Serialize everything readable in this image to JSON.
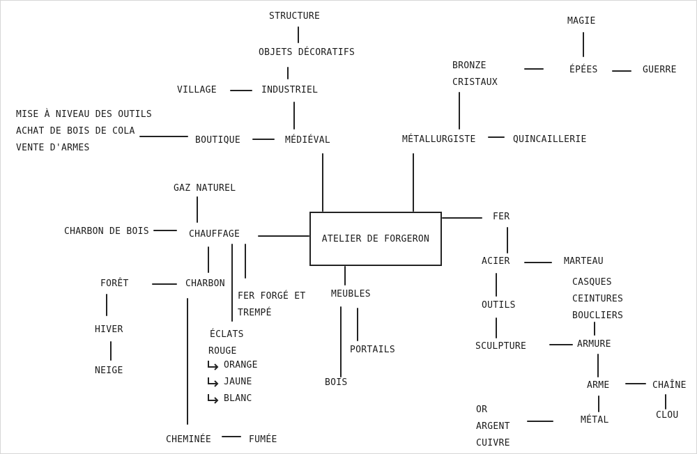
{
  "center": "ATELIER DE FORGERON",
  "nodes": {
    "structure": "STRUCTURE",
    "objets_decoratifs": "OBJETS DÉCORATIFS",
    "village": "VILLAGE",
    "industriel": "INDUSTRIEL",
    "boutique_items": [
      "MISE À NIVEAU DES OUTILS",
      "ACHAT DE BOIS DE COLA",
      "VENTE D'ARMES"
    ],
    "boutique": "BOUTIQUE",
    "medieval": "MÉDIÉVAL",
    "magie": "MAGIE",
    "bronze": "BRONZE",
    "cristaux": "CRISTAUX",
    "epees": "ÉPÉES",
    "guerre": "GUERRE",
    "metallurgiste": "MÉTALLURGISTE",
    "quincaillerie": "QUINCAILLERIE",
    "gaz_naturel": "GAZ NATUREL",
    "charbon_de_bois": "CHARBON DE BOIS",
    "chauffage": "CHAUFFAGE",
    "foret": "FORÊT",
    "charbon": "CHARBON",
    "fer_forge": [
      "FER FORGÉ ET",
      "TREMPÉ"
    ],
    "hiver": "HIVER",
    "neige": "NEIGE",
    "eclats": [
      "ÉCLATS",
      "ROUGE"
    ],
    "couleurs": [
      "ORANGE",
      "JAUNE",
      "BLANC"
    ],
    "cheminee": "CHEMINÉE",
    "fumee": "FUMÉE",
    "meubles": "MEUBLES",
    "portails": "PORTAILS",
    "bois": "BOIS",
    "fer": "FER",
    "acier": "ACIER",
    "marteau": "MARTEAU",
    "outils": "OUTILS",
    "armure_items": [
      "CASQUES",
      "CEINTURES",
      "BOUCLIERS"
    ],
    "sculpture": "SCULPTURE",
    "armure": "ARMURE",
    "arme": "ARME",
    "chaine": "CHAÎNE",
    "clou": "CLOU",
    "metal_items": [
      "OR",
      "ARGENT",
      "CUIVRE"
    ],
    "metal": "MÉTAL"
  }
}
